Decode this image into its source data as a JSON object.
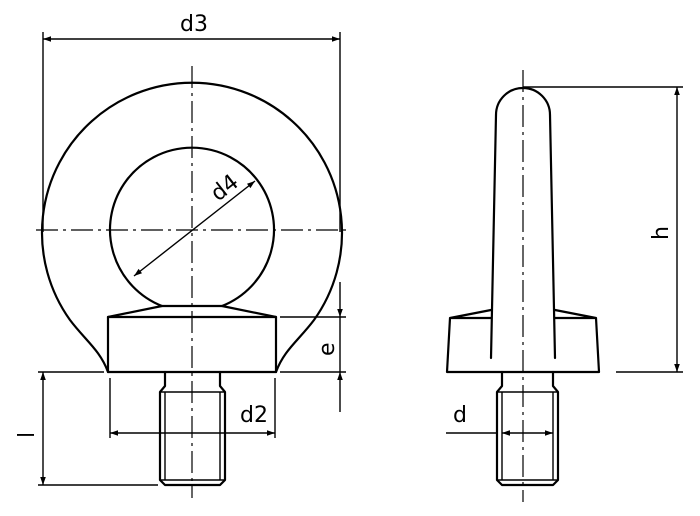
{
  "drawing": {
    "subject": "Eye bolt technical drawing",
    "views": [
      "front-view",
      "side-view"
    ],
    "dimensions": {
      "d3": "d3",
      "d4": "d4",
      "e": "e",
      "l": "l",
      "d2": "d2",
      "d": "d",
      "h": "h"
    }
  },
  "colors": {
    "line": "#000000",
    "background": "#ffffff"
  }
}
